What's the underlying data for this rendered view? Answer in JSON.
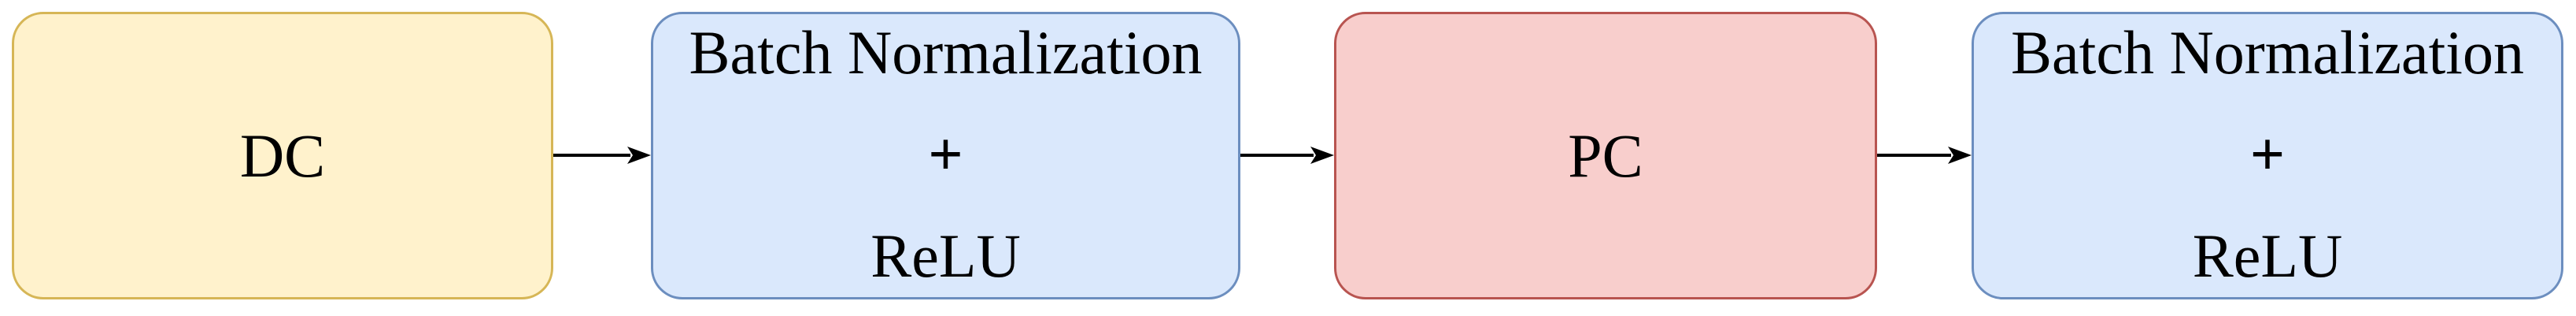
{
  "diagram": {
    "type": "flow-diagram",
    "background": "#ffffff",
    "boxes": [
      {
        "id": "dc",
        "label": "DC",
        "fill": "#FFF2CC",
        "border": "#D6B656"
      },
      {
        "id": "bn-relu-1",
        "lines": [
          "Batch Normalization",
          "+",
          "ReLU"
        ],
        "fill": "#DAE8FC",
        "border": "#6C8EBF"
      },
      {
        "id": "pc",
        "label": "PC",
        "fill": "#F8CECC",
        "border": "#B85450"
      },
      {
        "id": "bn-relu-2",
        "lines": [
          "Batch Normalization",
          "+",
          "ReLU"
        ],
        "fill": "#DAE8FC",
        "border": "#6C8EBF"
      }
    ],
    "arrows": [
      {
        "from": "dc",
        "to": "bn-relu-1",
        "color": "#000000"
      },
      {
        "from": "bn-relu-1",
        "to": "pc",
        "color": "#000000"
      },
      {
        "from": "pc",
        "to": "bn-relu-2",
        "color": "#000000"
      }
    ]
  }
}
